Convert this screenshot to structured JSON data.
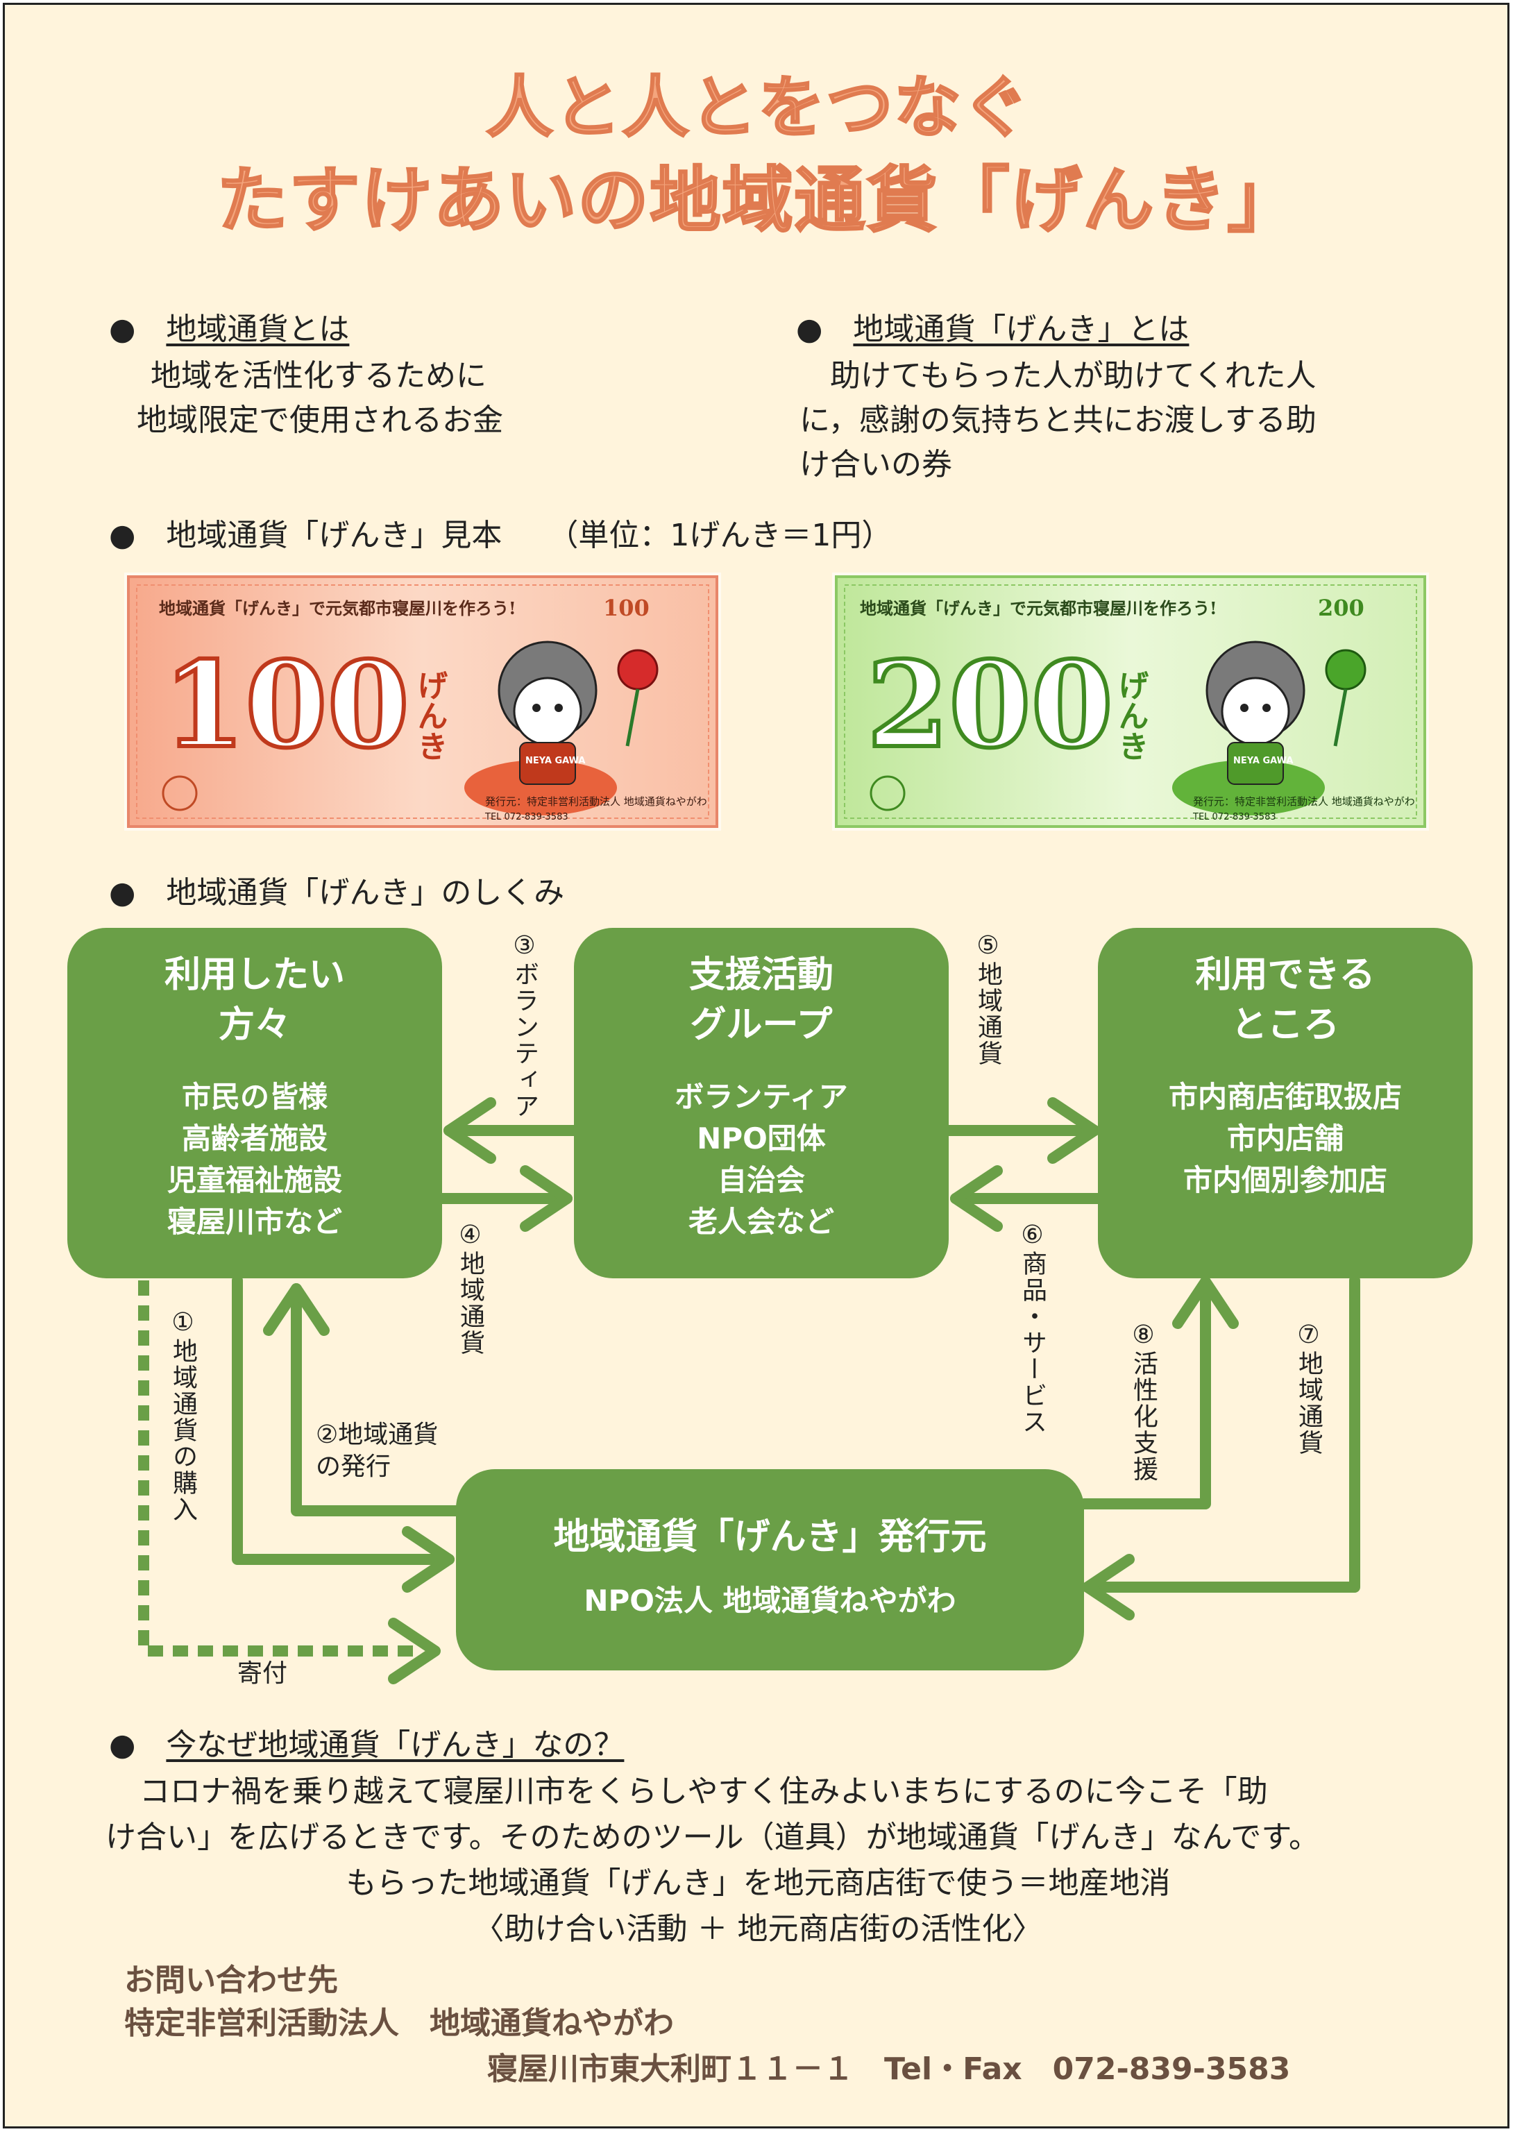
{
  "title": {
    "line1": "人と人とをつなぐ",
    "line2": "たすけあいの地域通貨「げんき」"
  },
  "intro": {
    "left": {
      "heading": "地域通貨とは",
      "line1": "地域を活性化するために",
      "line2": "地域限定で使用されるお金"
    },
    "right": {
      "heading": "地域通貨「げんき」とは",
      "line1": "　助けてもらった人が助けてくれた人",
      "line2": "に，感謝の気持ちと共にお渡しする助",
      "line3": "け合いの券"
    }
  },
  "sample": {
    "heading": "地域通貨「げんき」見本",
    "unit": "（単位：1げんき＝1円）",
    "note100": {
      "slogan": "地域通貨「げんき」で元気都市寝屋川を作ろう!",
      "corner": "100",
      "amount": "100",
      "unit_word": "げんき",
      "mascot_badge": "NEYA GAWA",
      "issuer": "発行元：特定非営利活動法人 地域通貨ねやがわ",
      "tel": "TEL 072-839-3583",
      "colors": {
        "bg": "#fbd3c0",
        "mid": "#f4a58a",
        "accent": "#d9532b",
        "flower": "#d62b2b"
      }
    },
    "note200": {
      "slogan": "地域通貨「げんき」で元気都市寝屋川を作ろう!",
      "corner": "200",
      "amount": "200",
      "unit_word": "げんき",
      "mascot_badge": "NEYA GAWA",
      "issuer": "発行元：特定非営利活動法人 地域通貨ねやがわ",
      "tel": "TEL 072-839-3583",
      "colors": {
        "bg": "#e4f5c8",
        "mid": "#b9e28a",
        "accent": "#4f9a2a",
        "flower": "#4aa52a"
      }
    }
  },
  "mechanism": {
    "heading": "地域通貨「げんき」のしくみ",
    "box_users": {
      "title": "利用したい\n方々",
      "body": "市民の皆様\n高齢者施設\n児童福祉施設\n寝屋川市など"
    },
    "box_support": {
      "title": "支援活動\nグループ",
      "body": "ボランティア\nNPO団体\n自治会\n老人会など"
    },
    "box_shops": {
      "title": "利用できる\nところ",
      "body": "市内商店街取扱店\n市内店舗\n市内個別参加店"
    },
    "box_issuer": {
      "title": "地域通貨「げんき」発行元",
      "body": "NPO法人 地域通貨ねやがわ"
    },
    "labels": {
      "l1": "①地域通貨の購入",
      "l2": "②地域通貨\nの発行",
      "l3": "③ボランティア",
      "l4": "④地域通貨",
      "l5": "⑤地域通貨",
      "l6": "⑥商品・サービス",
      "l7": "⑦地域通貨",
      "l8": "⑧活性化支援",
      "donation": "寄付"
    },
    "colors": {
      "box": "#6a9f47",
      "arrow": "#6a9f47"
    }
  },
  "why": {
    "heading": "今なぜ地域通貨「げんき」なの？",
    "line1": "　コロナ禍を乗り越えて寝屋川市をくらしやすく住みよいまちにするのに今こそ「助",
    "line2": "け合い」を広げるときです。そのためのツール（道具）が地域通貨「げんき」なんです。",
    "line3": "もらった地域通貨「げんき」を地元商店街で使う＝地産地消",
    "line4": "〈助け合い活動 ＋ 地元商店街の活性化〉"
  },
  "contact": {
    "label": "お問い合わせ先",
    "org": "特定非営利活動法人　地域通貨ねやがわ",
    "address": "寝屋川市東大利町１１－１　Tel・Fax　072-839-3583"
  }
}
